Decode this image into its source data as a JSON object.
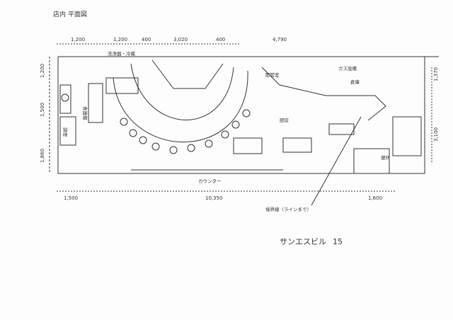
{
  "title": "店内 平面図",
  "building_label": "サンエスビル",
  "building_number": "15",
  "dimensions": {
    "top": [
      "1,200",
      "1,200",
      "400",
      "3,020",
      "400",
      "4,790"
    ],
    "bottom": [
      "1,500",
      "10,350",
      "1,600"
    ],
    "left": [
      "1,200",
      "1,500",
      "1,860"
    ],
    "right": [
      "1,370",
      "3,100"
    ]
  },
  "labels": {
    "kitchen_equipment": "洗浄器・冷蔵",
    "counter_text": "カウンター",
    "pipe_space": "配管室",
    "service_area": "厨房",
    "boundary_line": "境界線（ラインまで）",
    "fixture_note": "ガス設備",
    "left_column_a": "食器棚",
    "left_column_b": "調理",
    "storage": "倉庫",
    "wc": "便所"
  }
}
